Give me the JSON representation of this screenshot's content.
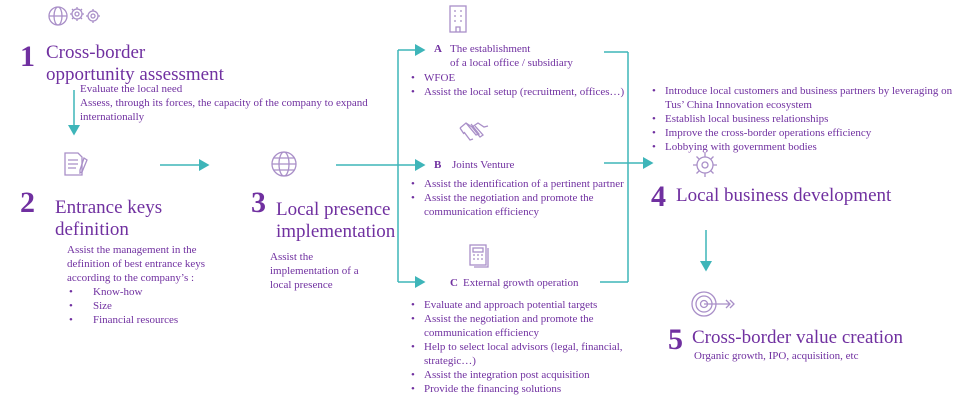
{
  "colors": {
    "text": "#7030a0",
    "arrow": "#3eb5b9",
    "icon": "#a98fc8"
  },
  "step1": {
    "num": "1",
    "title_line1": "Cross-border",
    "title_line2": "opportunity assessment",
    "desc_line1": "Evaluate the local need",
    "desc_line2": "Assess, through its forces, the capacity of the company to expand internationally"
  },
  "step2": {
    "num": "2",
    "title_line1": "Entrance keys",
    "title_line2": "definition",
    "desc": "Assist the management  in the definition of best entrance keys according to the company’s :",
    "bullets": [
      "Know-how",
      "Size",
      "Financial resources"
    ]
  },
  "step3": {
    "num": "3",
    "title_line1": "Local presence",
    "title_line2": "implementation",
    "desc": "Assist the implementation of a local presence"
  },
  "optionA": {
    "letter": "A",
    "title_line1": "The establishment",
    "title_line2": "of a local office / subsidiary",
    "bullets": [
      "WFOE",
      "Assist the local setup (recruitment, offices…)"
    ]
  },
  "optionB": {
    "letter": "B",
    "title": "Joints Venture",
    "bullets": [
      "Assist the identification of a pertinent partner",
      "Assist the negotiation and promote the communication efficiency"
    ]
  },
  "optionC": {
    "letter": "C",
    "title": "External growth operation",
    "bullets": [
      "Evaluate and approach potential targets",
      "Assist the negotiation and promote the communication efficiency",
      "Help to select local advisors (legal, financial, strategic…)",
      "Assist the integration post acquisition",
      "Provide the financing  solutions"
    ]
  },
  "step4": {
    "num": "4",
    "title": "Local business development",
    "bullets": [
      "Introduce local customers and business partners by leveraging on Tus’ China Innovation  ecosystem",
      "Establish local business relationships",
      "Improve the cross-border operations efficiency",
      "Lobbying with government bodies"
    ]
  },
  "step5": {
    "num": "5",
    "title": "Cross-border value creation",
    "desc": "Organic growth, IPO, acquisition, etc"
  },
  "icons": [
    "globe-gears-icon",
    "document-pen-icon",
    "globe-icon",
    "building-icon",
    "handshake-icon",
    "calculator-icon",
    "gear-network-icon",
    "target-icon"
  ]
}
